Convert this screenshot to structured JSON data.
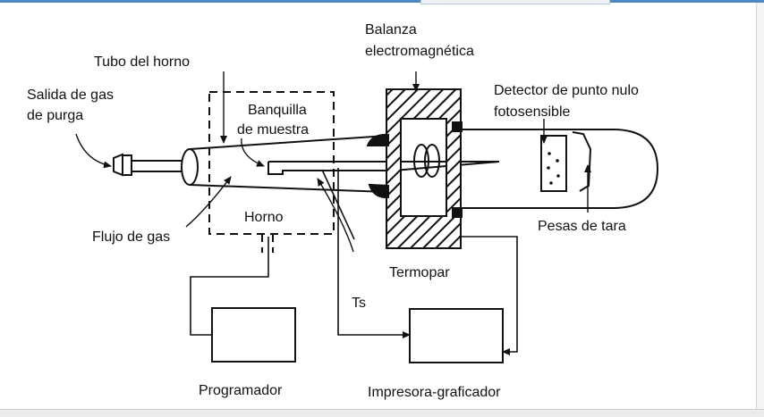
{
  "labels": {
    "salida_line1": "Salida de gas",
    "salida_line2": "de purga",
    "tubo": "Tubo del horno",
    "banquilla_line1": "Banquilla",
    "banquilla_line2": "de muestra",
    "balanza_line1": "Balanza",
    "balanza_line2": "electromagnética",
    "detector_line1": "Detector de punto nulo",
    "detector_line2": "fotosensible",
    "horno": "Horno",
    "flujo": "Flujo de gas",
    "pesas": "Pesas de tara",
    "termopar": "Termopar",
    "ts": "Ts",
    "programador": "Programador",
    "impresora": "Impresora-graficador"
  }
}
